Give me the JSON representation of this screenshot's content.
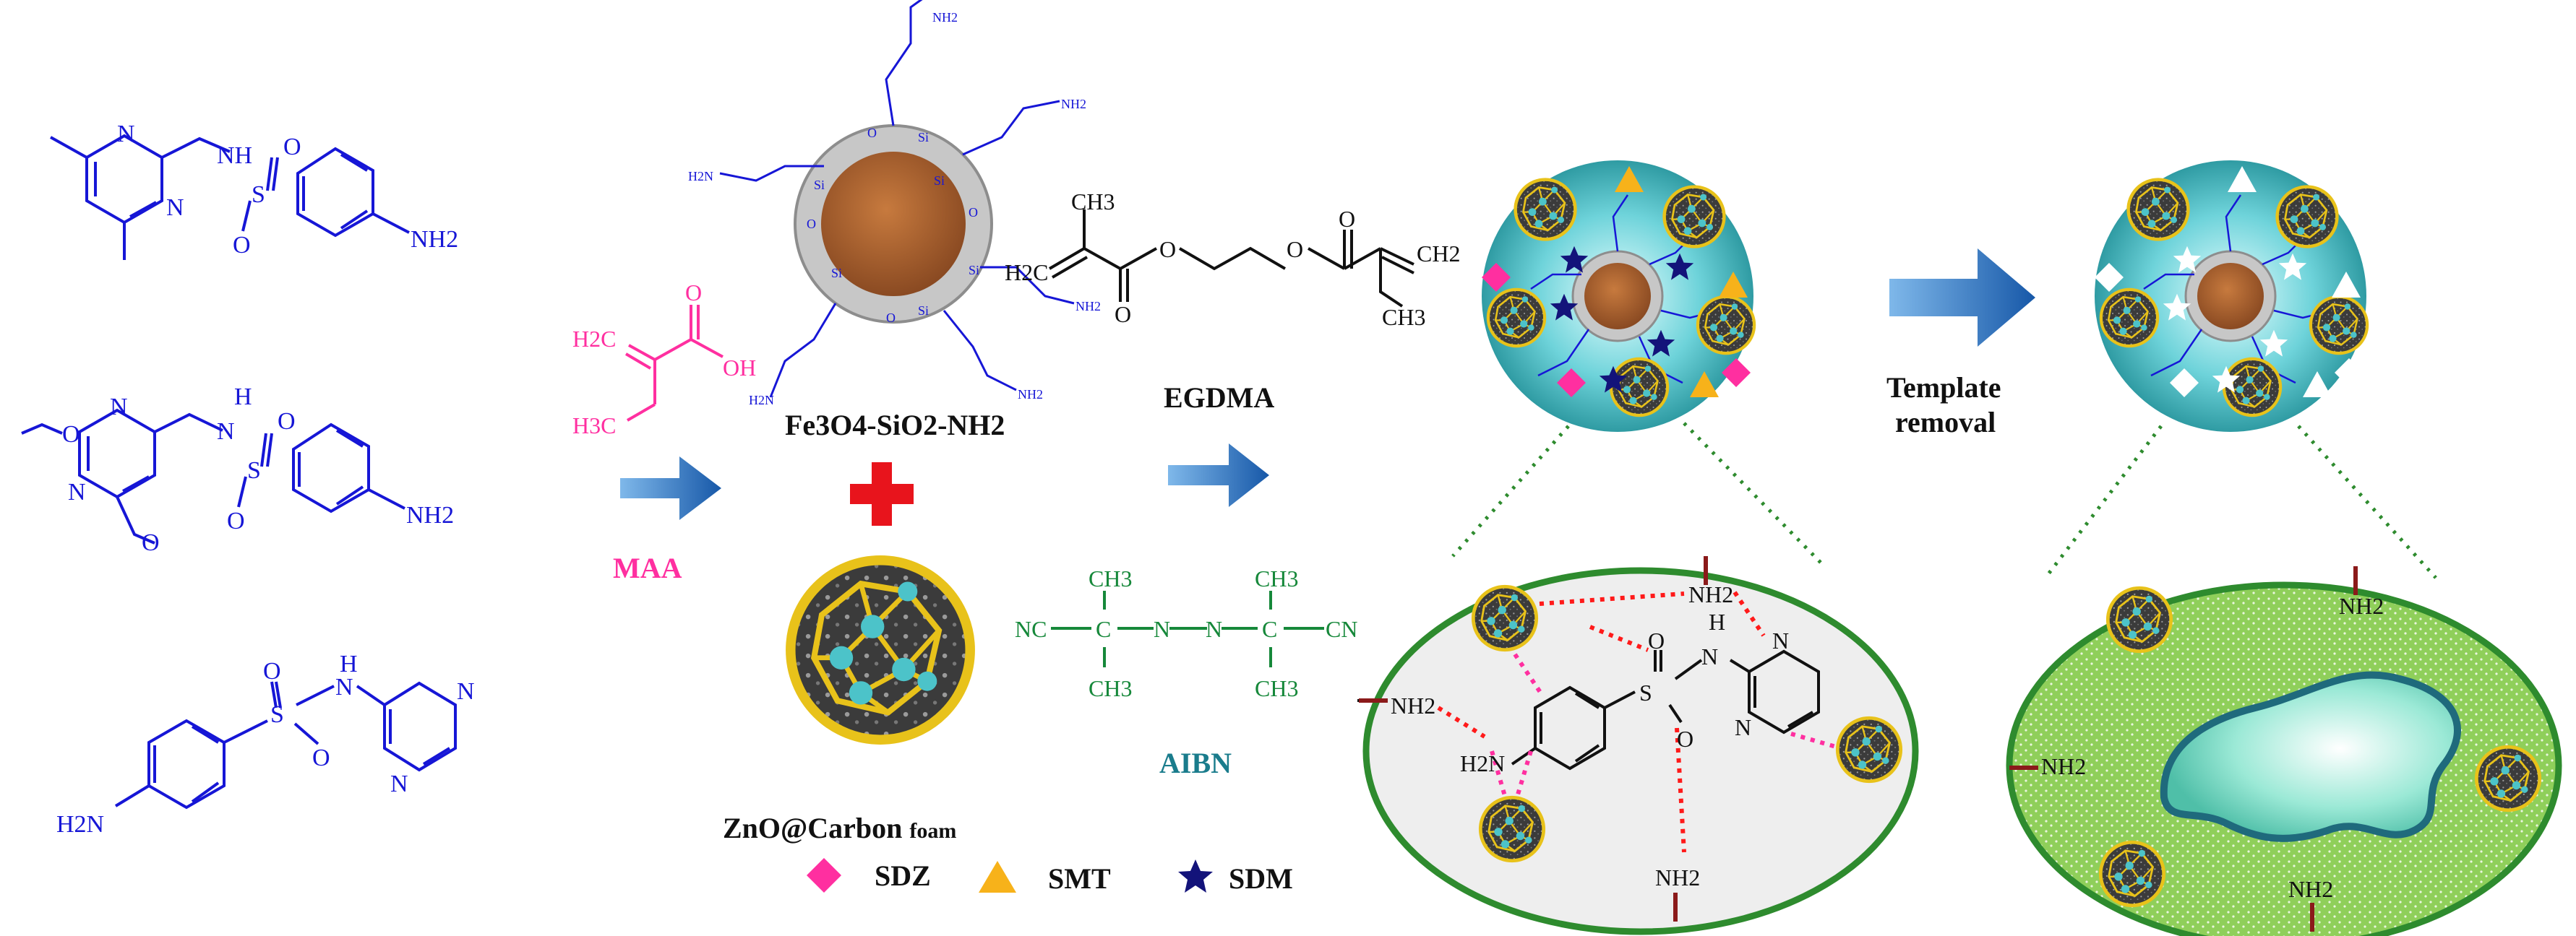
{
  "colors": {
    "molecule_blue": "#1616d6",
    "maa_pink": "#ff2fa0",
    "egdma_black": "#111111",
    "aibn_green": "#16883a",
    "aibn_label_teal": "#1a7c8c",
    "arrow_blue": "#1e6fc2",
    "plus_red": "#e8141c",
    "core_brown": "#a0582a",
    "shell_gray": "#b5b5b5",
    "particle_teal": "#4cc3c9",
    "ellipse_rim": "#2e8b2e",
    "ellipse_fill_left": "#eeeeee",
    "ellipse_fill_right": "#8fcf5a",
    "cavity": "#bff3e6",
    "hbond_red": "#ff1a1a",
    "hbond_pink": "#ff2fa0",
    "amine_bar": "#8b1a1a",
    "sdz_magenta": "#ff2fa0",
    "smt_orange": "#f7b21a",
    "sdm_navy": "#13137a",
    "cnt_yellow": "#e8c21a"
  },
  "molecules": {
    "smt": {
      "atoms": {
        "n1": "N",
        "n2": "N",
        "nh": "NH",
        "s": "S",
        "o1": "O",
        "o2": "O",
        "nh2": "NH2"
      }
    },
    "sdm": {
      "atoms": {
        "o_top": "O",
        "n1": "N",
        "n2": "N",
        "o_bot": "O",
        "h": "H",
        "nh": "N",
        "s": "S",
        "o1": "O",
        "o2": "O",
        "nh2": "NH2"
      }
    },
    "sdz": {
      "atoms": {
        "o1": "O",
        "s": "S",
        "o2": "O",
        "h": "H",
        "nh": "N",
        "n1": "N",
        "n2": "N",
        "h2n": "H2N"
      }
    }
  },
  "maa": {
    "h2c": "H2C",
    "o": "O",
    "oh": "OH",
    "h3c": "H3C",
    "name": "MAA"
  },
  "fe3o4": {
    "name": "Fe3O4-SiO2-NH2",
    "atom_si": "Si",
    "atom_o": "O",
    "amine": "NH2",
    "amine_left": "H2N"
  },
  "znoc": {
    "name": "ZnO@Carbon",
    "suffix": "foam"
  },
  "egdma": {
    "ch3": "CH3",
    "o": "O",
    "h2c": "H2C",
    "ch2": "CH2",
    "name": "EGDMA"
  },
  "aibn": {
    "ch3": "CH3",
    "c": "C",
    "n": "N",
    "nc": "NC",
    "cn": "CN",
    "name": "AIBN"
  },
  "legend": [
    {
      "label": "SDZ",
      "shape": "diamond",
      "color": "#ff2fa0"
    },
    {
      "label": "SMT",
      "shape": "triangle",
      "color": "#f7b21a"
    },
    {
      "label": "SDM",
      "shape": "star",
      "color": "#13137a"
    }
  ],
  "template_removal": {
    "line1": "Template",
    "line2": "removal"
  },
  "zoom_left": {
    "nh2": "NH2",
    "h2n": "H2N",
    "s": "S",
    "o": "O",
    "h": "H",
    "n": "N"
  },
  "zoom_right": {
    "nh2": "NH2"
  }
}
